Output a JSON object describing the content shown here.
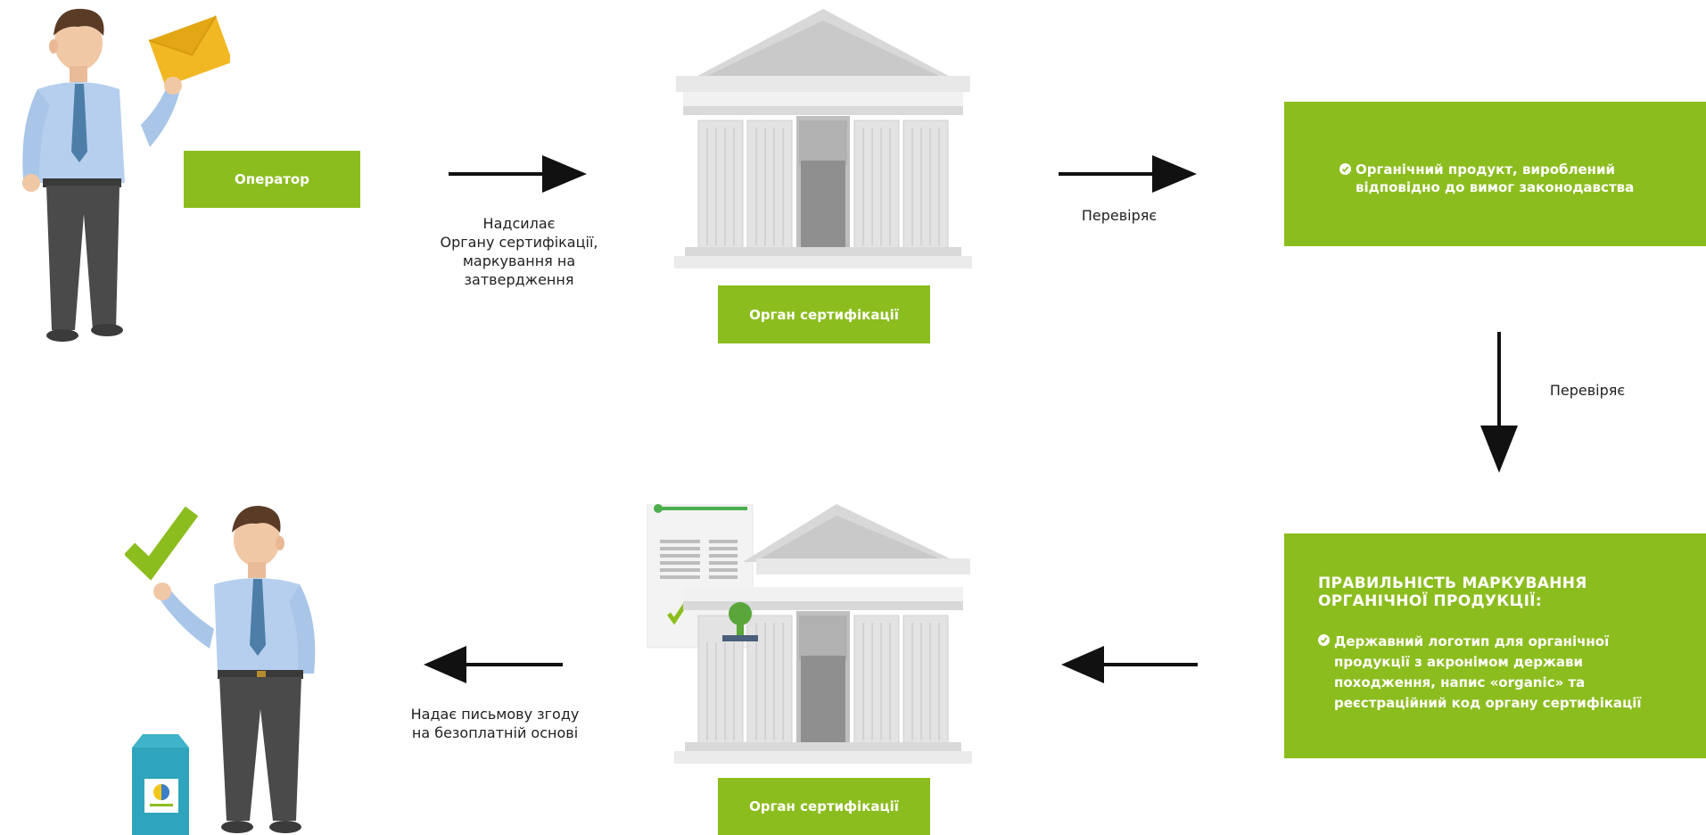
{
  "labels": {
    "operator": "Оператор",
    "certification_body_top": "Орган сертифікації",
    "certification_body_bottom": "Орган сертифікації"
  },
  "captions": {
    "sends": [
      "Надсилає",
      "Органу сертифікації,",
      "маркування на",
      "затвердження"
    ],
    "checks_1": "Перевіряє",
    "checks_2": "Перевіряє",
    "grants": [
      "Надає письмову згоду",
      "на безоплатній основі"
    ]
  },
  "box_top": {
    "lines": [
      "Органічний продукт, вироблений",
      "відповідно до вимог законодавства"
    ]
  },
  "box_bottom": {
    "title_lines": [
      "ПРАВИЛЬНІСТЬ МАРКУВАННЯ",
      "ОРГАНІЧНОЇ ПРОДУКЦІЇ:"
    ],
    "item_lines": [
      "Державний логотип для органічної",
      "продукції з акронімом держави",
      "походження, напис «organic» та",
      "реєстраційний код органу сертифікації"
    ]
  },
  "colors": {
    "accent_green": "#8cbd1f",
    "arrow": "#111111"
  },
  "icons": [
    "person-with-envelope-icon",
    "building-icon",
    "person-with-checkmark-icon",
    "certificate-icon",
    "product-package-icon"
  ]
}
